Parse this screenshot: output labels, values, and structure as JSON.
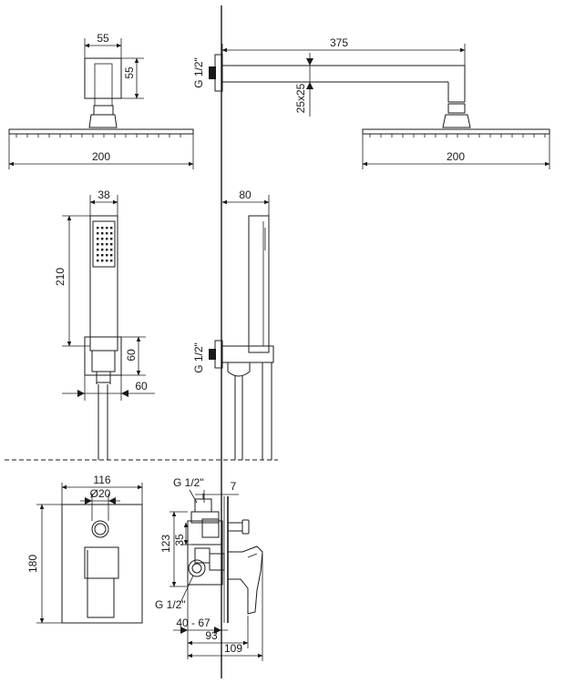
{
  "views": {
    "head_front": {
      "width_label": "55",
      "height_label": "55",
      "diameter_label": "200"
    },
    "head_side": {
      "arm_length_label": "375",
      "arm_section_label": "25x25",
      "thread_label": "G 1/2\"",
      "diameter_label": "200"
    },
    "hand_front": {
      "width_label": "38",
      "length_label": "210",
      "holder_height_label": "60",
      "holder_width_label": "60"
    },
    "hand_side": {
      "depth_label": "80",
      "thread_label": "G 1/2\""
    },
    "mixer_front": {
      "plate_width_label": "116",
      "knob_label": "Ø20",
      "plate_height_label": "180"
    },
    "mixer_side": {
      "thread_top_label": "G 1/2\"",
      "offset_label": "7",
      "height_123_label": "123",
      "height_35_label": "35",
      "thread_bottom_label": "G 1/2\"",
      "install_depth_label": "40 - 67",
      "depth_93_label": "93",
      "depth_109_label": "109"
    }
  }
}
